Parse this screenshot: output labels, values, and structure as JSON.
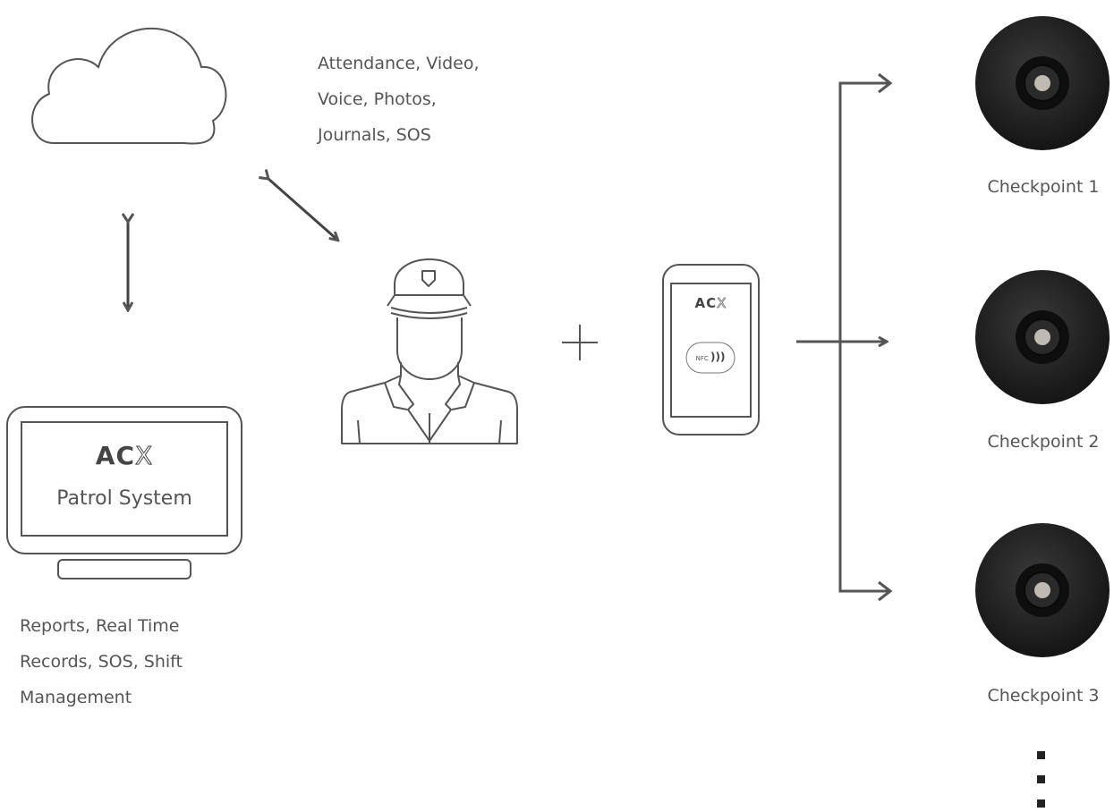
{
  "cloud": {
    "data_lines": [
      "Attendance, Video,",
      "Voice, Photos,",
      "Journals, SOS"
    ]
  },
  "monitor": {
    "brand_prefix": "AC",
    "brand_suffix": "X",
    "product": "Patrol System",
    "features_lines": [
      "Reports, Real Time",
      "Records, SOS, Shift",
      "Management"
    ]
  },
  "phone": {
    "brand_prefix": "AC",
    "brand_suffix": "X",
    "nfc_label": "NFC"
  },
  "plus_symbol": "+",
  "checkpoints": [
    {
      "label": "Checkpoint 1"
    },
    {
      "label": "Checkpoint 2"
    },
    {
      "label": "Checkpoint 3"
    }
  ],
  "colors": {
    "line": "#555555",
    "checkpoint_body": "#1c1c1c",
    "text": "#555555"
  }
}
